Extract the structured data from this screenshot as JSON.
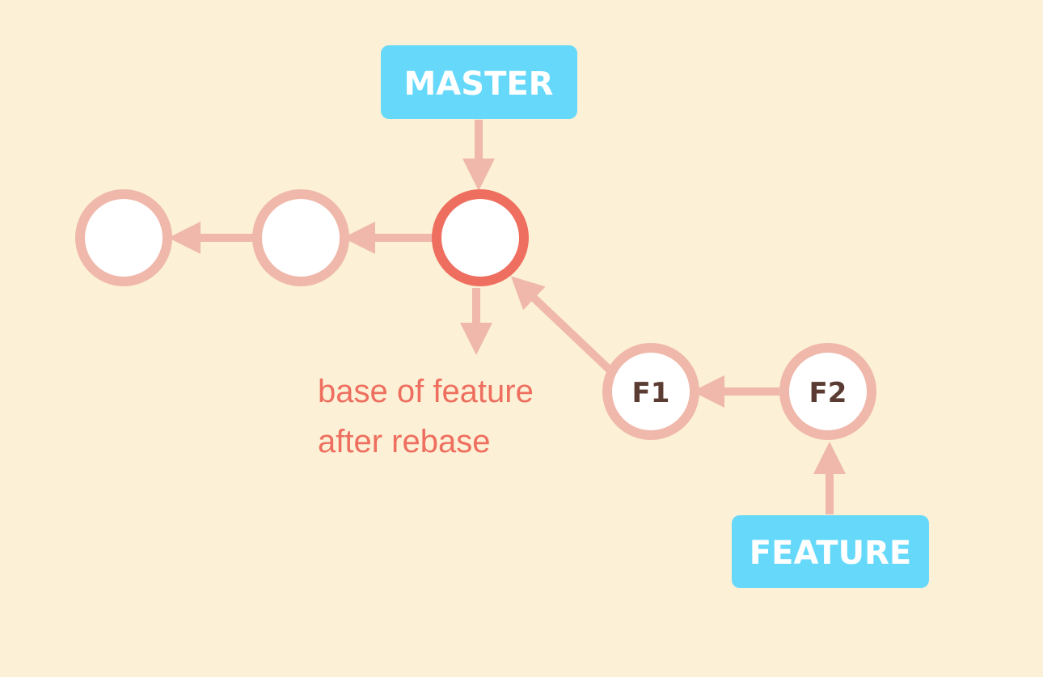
{
  "colors": {
    "background": "#fcf0d6",
    "branch_label": "#66d9fa",
    "commit_ring": "#efb8aa",
    "commit_ring_highlight": "#ee6f5f",
    "arrow": "#efb8aa",
    "commit_fill": "#ffffff",
    "commit_text": "#5b3c33",
    "note_text": "#ee6f5f"
  },
  "branches": {
    "master": "MASTER",
    "feature": "FEATURE"
  },
  "commits": {
    "f1": "F1",
    "f2": "F2"
  },
  "note": {
    "line1": "base of feature",
    "line2": "after rebase"
  }
}
